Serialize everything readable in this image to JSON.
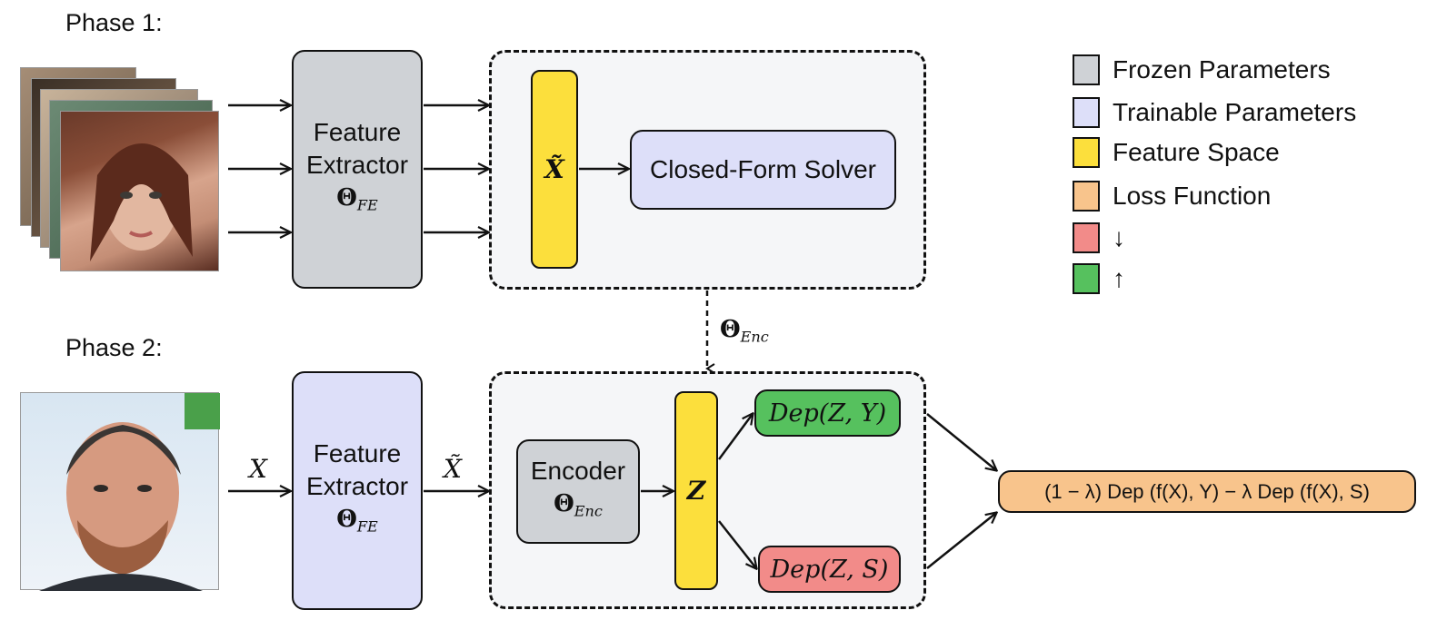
{
  "phase1": {
    "label": "Phase 1:"
  },
  "phase2": {
    "label": "Phase 2:"
  },
  "feature_extractor": {
    "line1": "Feature",
    "line2": "Extractor",
    "param": "Θ",
    "param_sub": "FE"
  },
  "closed_form": {
    "label": "Closed-Form Solver"
  },
  "x_tilde": "X̃",
  "theta_enc": {
    "symbol": "Θ",
    "sub": "Enc"
  },
  "encoder": {
    "label": "Encoder",
    "param": "Θ",
    "param_sub": "Enc"
  },
  "z_label": "Z",
  "x_input": "X",
  "x_tilde_arrow": "X̃",
  "dep_zy": "Dep(Z, Y)",
  "dep_zs": "Dep(Z, S)",
  "loss_formula": "(1 − λ) Dep (f(X), Y) − λ Dep (f(X), S)",
  "legend": [
    {
      "label": "Frozen Parameters",
      "color": "#cfd2d6"
    },
    {
      "label": "Trainable Parameters",
      "color": "#dddff9"
    },
    {
      "label": "Feature Space",
      "color": "#fcdf3c"
    },
    {
      "label": "Loss Function",
      "color": "#f8c48c"
    },
    {
      "label": "↓",
      "color": "#f28b89"
    },
    {
      "label": "↑",
      "color": "#56c15e"
    }
  ]
}
